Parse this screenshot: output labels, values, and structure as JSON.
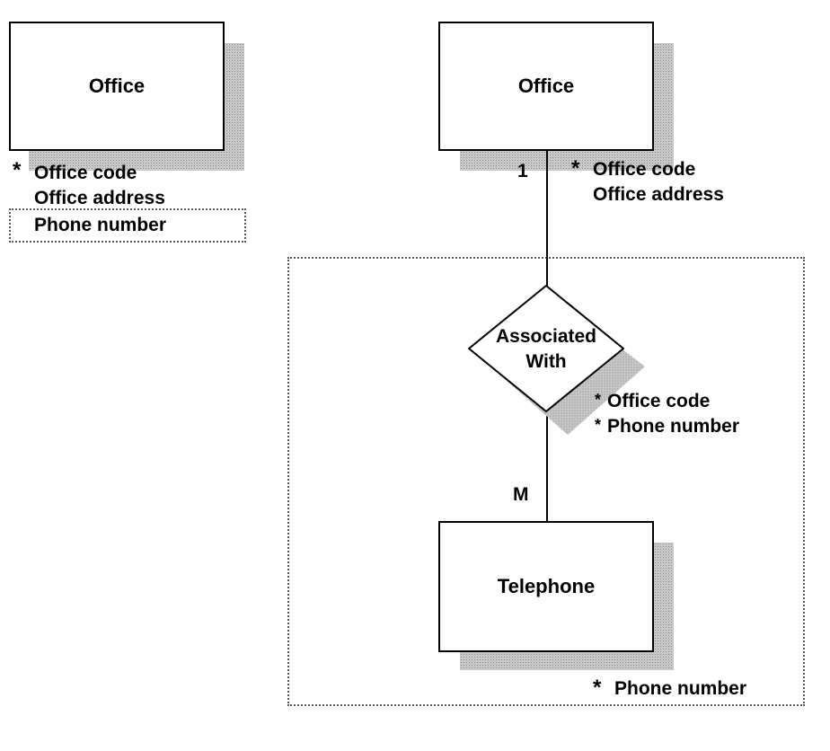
{
  "left_entity": {
    "name": "Office",
    "key_marker": "*",
    "attributes": [
      "Office code",
      "Office address",
      "Phone number"
    ]
  },
  "right_entity": {
    "name": "Office",
    "cardinality": "1",
    "key_marker": "*",
    "attributes": [
      "Office code",
      "Office address"
    ]
  },
  "relationship": {
    "name_line1": "Associated",
    "name_line2": "With",
    "attributes": [
      {
        "marker": "*",
        "label": "Office code"
      },
      {
        "marker": "*",
        "label": "Phone number"
      }
    ]
  },
  "child_entity": {
    "name": "Telephone",
    "cardinality": "M",
    "key_marker": "*",
    "attributes": [
      "Phone number"
    ]
  }
}
